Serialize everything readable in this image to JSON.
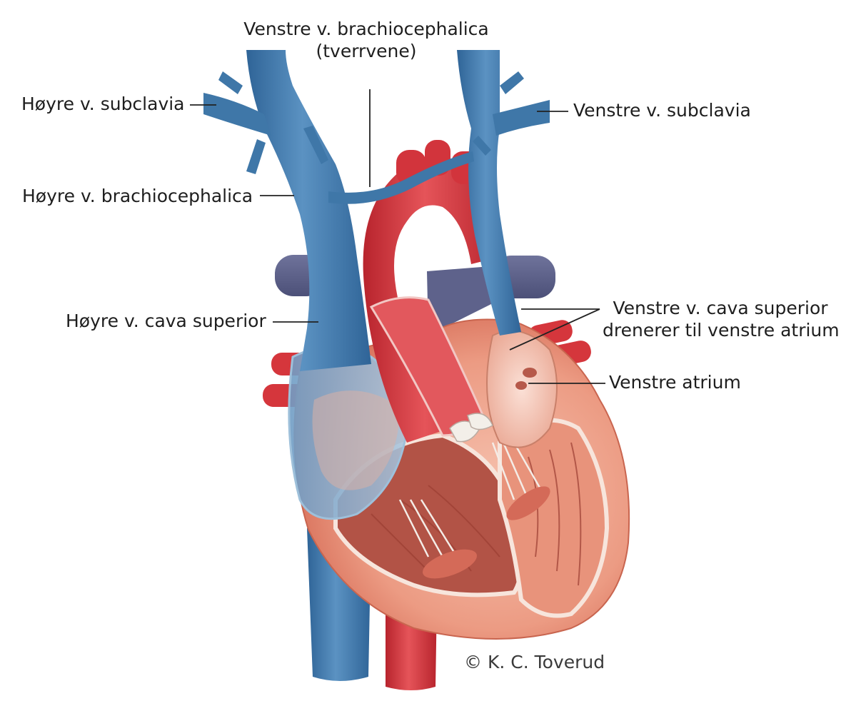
{
  "labels": {
    "left_brachiocephalic": {
      "line1": "Venstre v. brachiocephalica",
      "line2": "(tverrvene)"
    },
    "right_subclavian": "Høyre v. subclavia",
    "left_subclavian": "Venstre v. subclavia",
    "right_brachiocephalic": "Høyre v. brachiocephalica",
    "right_svc": "Høyre v. cava superior",
    "left_svc": {
      "line1": "Venstre v. cava superior",
      "line2": "drenerer til venstre atrium"
    },
    "left_atrium": "Venstre atrium"
  },
  "credit": "© K. C. Toverud",
  "colors": {
    "vein": "#3f77a8",
    "vein_light": "#6fa0c8",
    "artery": "#d2343c",
    "artery_light": "#e86a6e",
    "pulmonary_artery": "#5b5f86",
    "myocardium": "#e8876f",
    "myocardium_light": "#f2b7a3",
    "leader_line": "#222222"
  }
}
